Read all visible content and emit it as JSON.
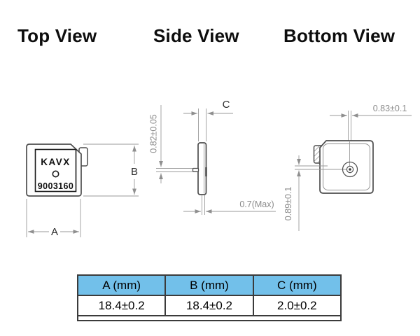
{
  "titles": {
    "top": "Top View",
    "side": "Side View",
    "bottom": "Bottom View"
  },
  "top_view": {
    "brand": "KAVX",
    "part_number": "9003160",
    "width_dim_label": "A",
    "height_dim_label": "B"
  },
  "side_view": {
    "thickness_dim_label": "C",
    "pin_dim": "0.82±0.05",
    "base_dim": "0.7(Max)"
  },
  "bottom_view": {
    "pin_offset_x_dim": "0.83±0.1",
    "pin_offset_y_dim": "0.89±0.1"
  },
  "table": {
    "headers": [
      "A (mm)",
      "B (mm)",
      "C (mm)"
    ],
    "values": [
      "18.4±0.2",
      "18.4±0.2",
      "2.0±0.2"
    ]
  },
  "colors": {
    "table_header_bg": "#72c0ea",
    "part_outline": "#4d4d4d",
    "dimension_line": "#8f8f8f",
    "dimension_text": "#8c8c8c"
  }
}
